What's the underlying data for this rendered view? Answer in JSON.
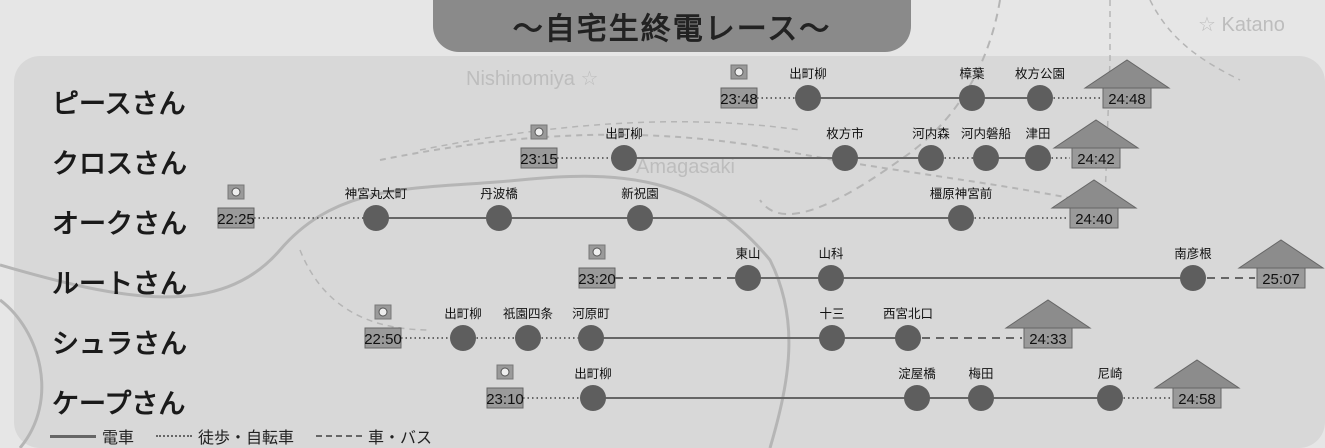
{
  "title": "〜自宅生終電レース〜",
  "map_labels": {
    "katano": "☆ Katano",
    "nishinomiya": "Nishinomiya ☆",
    "amagasaki": "Amagasaki"
  },
  "legend": {
    "train": "電車",
    "walk": "徒歩・自転車",
    "bus": "車・バス"
  },
  "colors": {
    "node": "#5e5e5e",
    "clock_box": "#9a9a9a",
    "house": "#8c8c8c",
    "panel": "#d8d8d8",
    "map_lines": "#b5b5b5"
  },
  "icons": {
    "clock": "clock-icon",
    "house": "house-icon"
  },
  "rows": [
    {
      "name": "ピースさん",
      "start_time": "23:48",
      "end_time": "24:48",
      "stations": [
        "出町柳",
        "樟葉",
        "枚方公園"
      ],
      "segments": [
        "walk",
        "train",
        "train",
        "walk"
      ]
    },
    {
      "name": "クロスさん",
      "start_time": "23:15",
      "end_time": "24:42",
      "stations": [
        "出町柳",
        "枚方市",
        "河内森",
        "河内磐船",
        "津田"
      ],
      "segments": [
        "walk",
        "train",
        "train",
        "walk",
        "train",
        "walk"
      ]
    },
    {
      "name": "オークさん",
      "start_time": "22:25",
      "end_time": "24:40",
      "stations": [
        "神宮丸太町",
        "丹波橋",
        "新祝園",
        "橿原神宮前"
      ],
      "segments": [
        "walk",
        "train",
        "train",
        "train",
        "walk"
      ]
    },
    {
      "name": "ルートさん",
      "start_time": "23:20",
      "end_time": "25:07",
      "stations": [
        "東山",
        "山科",
        "南彦根"
      ],
      "segments": [
        "bus",
        "train",
        "train",
        "bus"
      ]
    },
    {
      "name": "シュラさん",
      "start_time": "22:50",
      "end_time": "24:33",
      "stations": [
        "出町柳",
        "祇園四条",
        "河原町",
        "十三",
        "西宮北口"
      ],
      "segments": [
        "walk",
        "walk",
        "walk",
        "train",
        "train",
        "bus"
      ]
    },
    {
      "name": "ケープさん",
      "start_time": "23:10",
      "end_time": "24:58",
      "stations": [
        "出町柳",
        "淀屋橋",
        "梅田",
        "尼崎"
      ],
      "segments": [
        "walk",
        "train",
        "train",
        "train",
        "walk"
      ]
    }
  ]
}
